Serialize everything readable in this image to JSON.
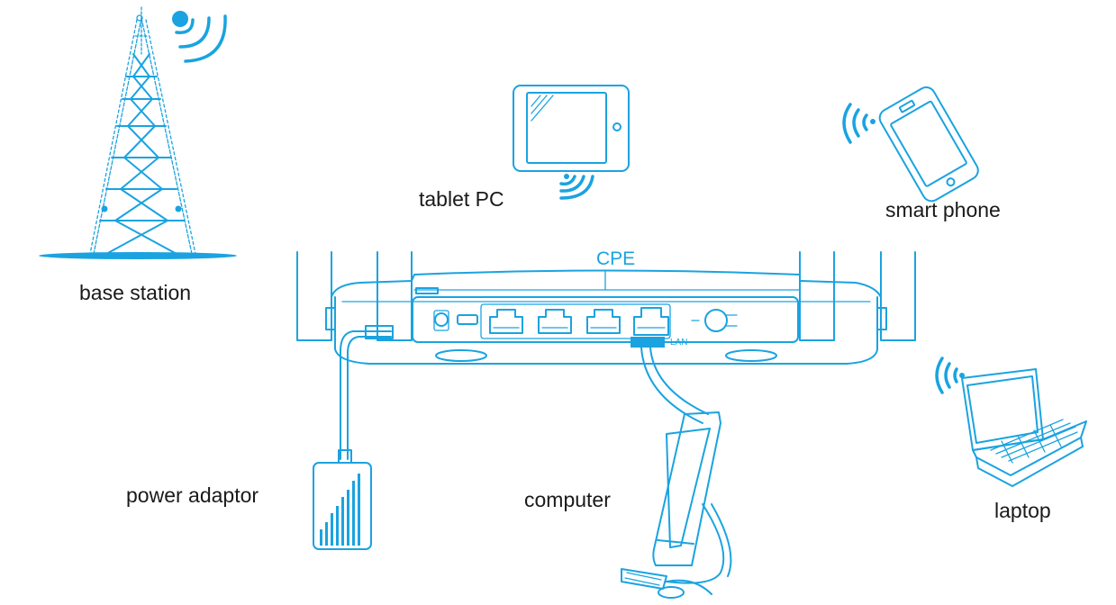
{
  "labels": {
    "base_station": "base station",
    "tablet": "tablet PC",
    "smart_phone": "smart phone",
    "cpe": "CPE",
    "power_adaptor": "power adaptor",
    "computer": "computer",
    "laptop": "laptop",
    "lan_port": "LAN"
  },
  "colors": {
    "line": "#1aa3e0",
    "text": "#1a1a1a"
  }
}
